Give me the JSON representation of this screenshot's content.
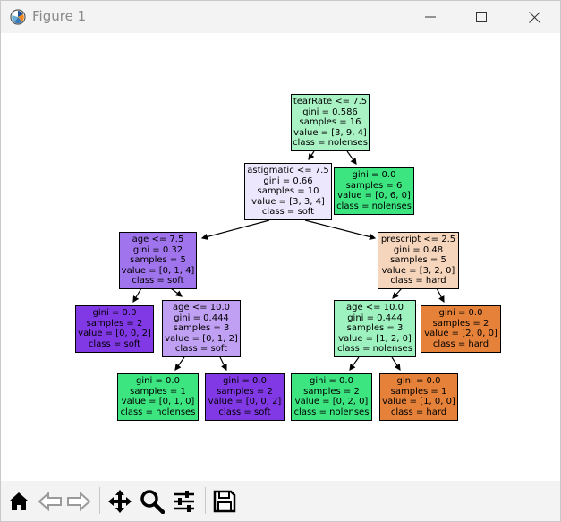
{
  "window": {
    "title": "Figure 1"
  },
  "colors": {
    "root": "#a9f2c4",
    "nolenses": "#3de581",
    "soft_light": "#ece7fc",
    "soft_mid": "#a074ed",
    "soft_pure": "#8139e5",
    "soft_light2": "#c0a0f3",
    "hard_light": "#f6d5bd",
    "hard_pure": "#e58139",
    "nolenses_light": "#9ef2c0"
  },
  "tree": {
    "n0": [
      "tearRate <= 7.5",
      "gini = 0.586",
      "samples = 16",
      "value = [3, 9, 4]",
      "class = nolenses"
    ],
    "n1": [
      "astigmatic <= 7.5",
      "gini = 0.66",
      "samples = 10",
      "value = [3, 3, 4]",
      "class = soft"
    ],
    "n2": [
      "gini = 0.0",
      "samples = 6",
      "value = [0, 6, 0]",
      "class = nolenses"
    ],
    "n3": [
      "age <= 7.5",
      "gini = 0.32",
      "samples = 5",
      "value = [0, 1, 4]",
      "class = soft"
    ],
    "n4": [
      "prescript <= 2.5",
      "gini = 0.48",
      "samples = 5",
      "value = [3, 2, 0]",
      "class = hard"
    ],
    "n5": [
      "gini = 0.0",
      "samples = 2",
      "value = [0, 0, 2]",
      "class = soft"
    ],
    "n6": [
      "age <= 10.0",
      "gini = 0.444",
      "samples = 3",
      "value = [0, 1, 2]",
      "class = soft"
    ],
    "n7": [
      "age <= 10.0",
      "gini = 0.444",
      "samples = 3",
      "value = [1, 2, 0]",
      "class = nolenses"
    ],
    "n8": [
      "gini = 0.0",
      "samples = 2",
      "value = [2, 0, 0]",
      "class = hard"
    ],
    "n9": [
      "gini = 0.0",
      "samples = 1",
      "value = [0, 1, 0]",
      "class = nolenses"
    ],
    "n10": [
      "gini = 0.0",
      "samples = 2",
      "value = [0, 0, 2]",
      "class = soft"
    ],
    "n11": [
      "gini = 0.0",
      "samples = 2",
      "value = [0, 2, 0]",
      "class = nolenses"
    ],
    "n12": [
      "gini = 0.0",
      "samples = 1",
      "value = [1, 0, 0]",
      "class = hard"
    ]
  },
  "toolbar": {
    "items": [
      "home-icon",
      "back-icon",
      "forward-icon",
      "pan-icon",
      "zoom-icon",
      "configure-subplots-icon",
      "save-icon"
    ]
  }
}
